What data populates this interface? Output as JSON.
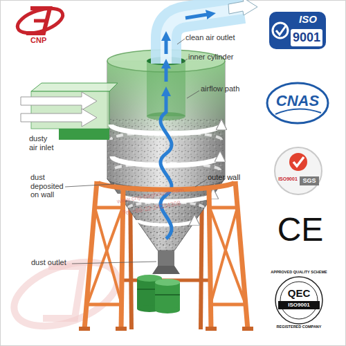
{
  "diagram": {
    "nodes": [
      {
        "text": [
          "ISO",
          "9001"
        ]
      },
      {
        "text": [
          "CNAS"
        ]
      },
      {
        "text": [
          "ISO9001",
          "SGS"
        ]
      },
      {
        "text": [
          "APPROVED QUALITY SCHEME",
          "QEC",
          "ISO9001",
          "REGISTERED COMPANY"
        ]
      }
    ],
    "labels": [
      "CNP",
      "clean air outlet",
      "inner cylinder",
      "airflow path",
      "dusty air inlet",
      "dust deposited on wall",
      "outer wall",
      "dust outlet",
      "CE",
      "www.cnp-baghouse.com",
      "Tel:+86-22-24214308"
    ]
  }
}
